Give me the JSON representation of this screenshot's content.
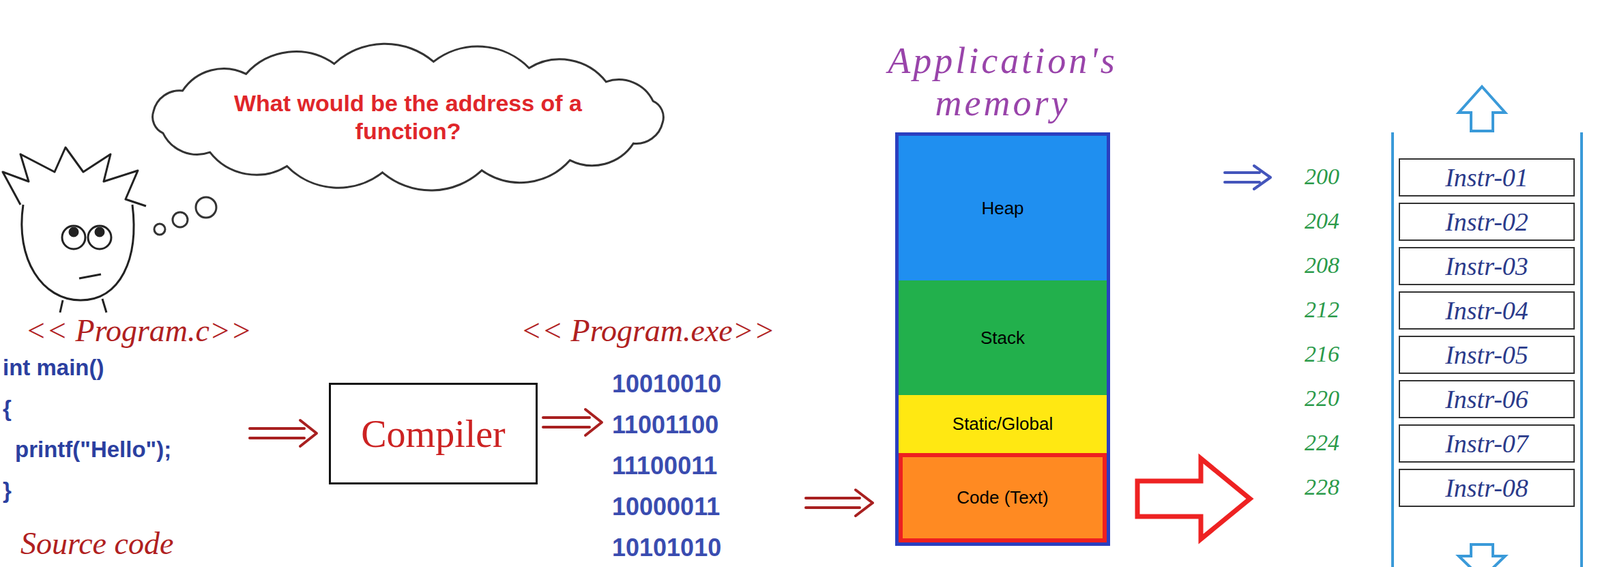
{
  "diagram": {
    "nodes": [
      {
        "text": [
          "What would be the address of a function?"
        ]
      },
      {
        "text": [
          "Compiler"
        ]
      },
      {
        "text": [
          "Application's memory"
        ]
      },
      {
        "text": [
          "Heap"
        ],
        "in": 2
      },
      {
        "text": [
          "Stack"
        ],
        "in": 2
      },
      {
        "text": [
          "Static/Global"
        ],
        "in": 2
      },
      {
        "text": [
          "Code (Text)"
        ],
        "in": 2
      },
      {
        "text": [
          "Instr-01"
        ]
      },
      {
        "text": [
          "Instr-02"
        ]
      },
      {
        "text": [
          "Instr-03"
        ]
      },
      {
        "text": [
          "Instr-04"
        ]
      },
      {
        "text": [
          "Instr-05"
        ]
      },
      {
        "text": [
          "Instr-06"
        ]
      },
      {
        "text": [
          "Instr-07"
        ]
      },
      {
        "text": [
          "Instr-08"
        ]
      }
    ],
    "labels": [
      "<< Program.c>>",
      "int main()",
      "{",
      "printf(\"Hello\");",
      "}",
      "Source code",
      "<< Program.exe>>",
      "10010010",
      "11001100",
      "11100011",
      "10000011",
      "10101010",
      "200",
      "204",
      "208",
      "212",
      "216",
      "220",
      "224",
      "228"
    ]
  }
}
